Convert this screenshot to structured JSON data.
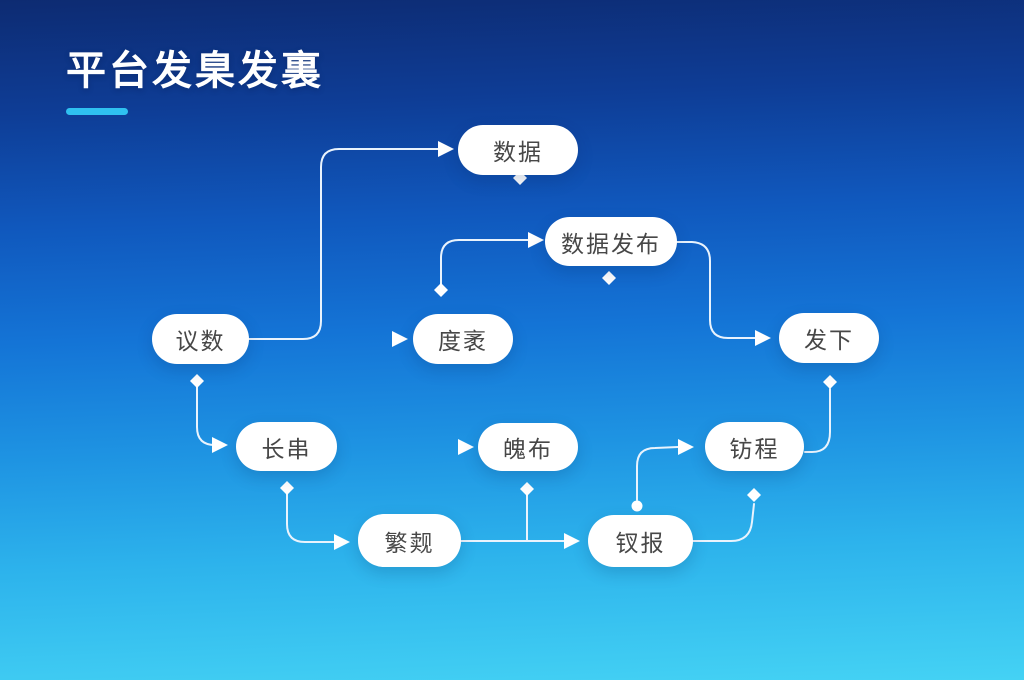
{
  "title": {
    "text": "平台发臬发裏"
  },
  "colors": {
    "background_top": "#0d2b72",
    "background_bottom": "#44d2f4",
    "title_text": "#ffffff",
    "title_underline": "#2fc1f0",
    "node_fill": "#ffffff",
    "node_text": "#474747",
    "connector": "#e9f3fd"
  },
  "diagram": {
    "type": "flowchart",
    "nodes": [
      {
        "id": "shuju",
        "label": "数据"
      },
      {
        "id": "shujufabu",
        "label": "数据发布"
      },
      {
        "id": "yishu",
        "label": "议数"
      },
      {
        "id": "dubiao",
        "label": "度袤"
      },
      {
        "id": "faxia",
        "label": "发下"
      },
      {
        "id": "changchuan",
        "label": "长串"
      },
      {
        "id": "pobu",
        "label": "魄布"
      },
      {
        "id": "fangcheng",
        "label": "钫程"
      },
      {
        "id": "fanzi",
        "label": "繁觌"
      },
      {
        "id": "chaibao",
        "label": "钗报"
      }
    ],
    "edges": [
      {
        "from": "议数",
        "to": "数据",
        "start_marker": "none",
        "end_marker": "arrow"
      },
      {
        "from": "度袤",
        "to": "数据发布",
        "start_marker": "diamond",
        "end_marker": "arrow"
      },
      {
        "from": "",
        "to": "度袤",
        "start_marker": "none",
        "end_marker": "arrow"
      },
      {
        "from": "数据发布",
        "to": "发下",
        "start_marker": "none",
        "end_marker": "arrow"
      },
      {
        "from": "议数",
        "to": "长串",
        "start_marker": "diamond",
        "end_marker": "arrow"
      },
      {
        "from": "长串",
        "to": "繁觌",
        "start_marker": "diamond",
        "end_marker": "arrow"
      },
      {
        "from": "繁觌",
        "to": "钗报",
        "start_marker": "none",
        "end_marker": "arrow"
      },
      {
        "from": "魄布",
        "to": "繁觌-钗报",
        "start_marker": "diamond",
        "end_marker": "junction"
      },
      {
        "from": "",
        "to": "魄布",
        "start_marker": "none",
        "end_marker": "arrow"
      },
      {
        "from": "钗报",
        "to": "钫程",
        "start_marker": "dot",
        "end_marker": "arrow"
      },
      {
        "from": "钗报",
        "to": "钫程",
        "start_marker": "none",
        "end_marker": "diamond"
      },
      {
        "from": "发下",
        "to": "钫程",
        "start_marker": "diamond",
        "end_marker": "none"
      },
      {
        "from": "数据",
        "to": "",
        "start_marker": "diamond",
        "end_marker": "none"
      },
      {
        "from": "数据发布",
        "to": "",
        "start_marker": "diamond",
        "end_marker": "none"
      }
    ]
  }
}
